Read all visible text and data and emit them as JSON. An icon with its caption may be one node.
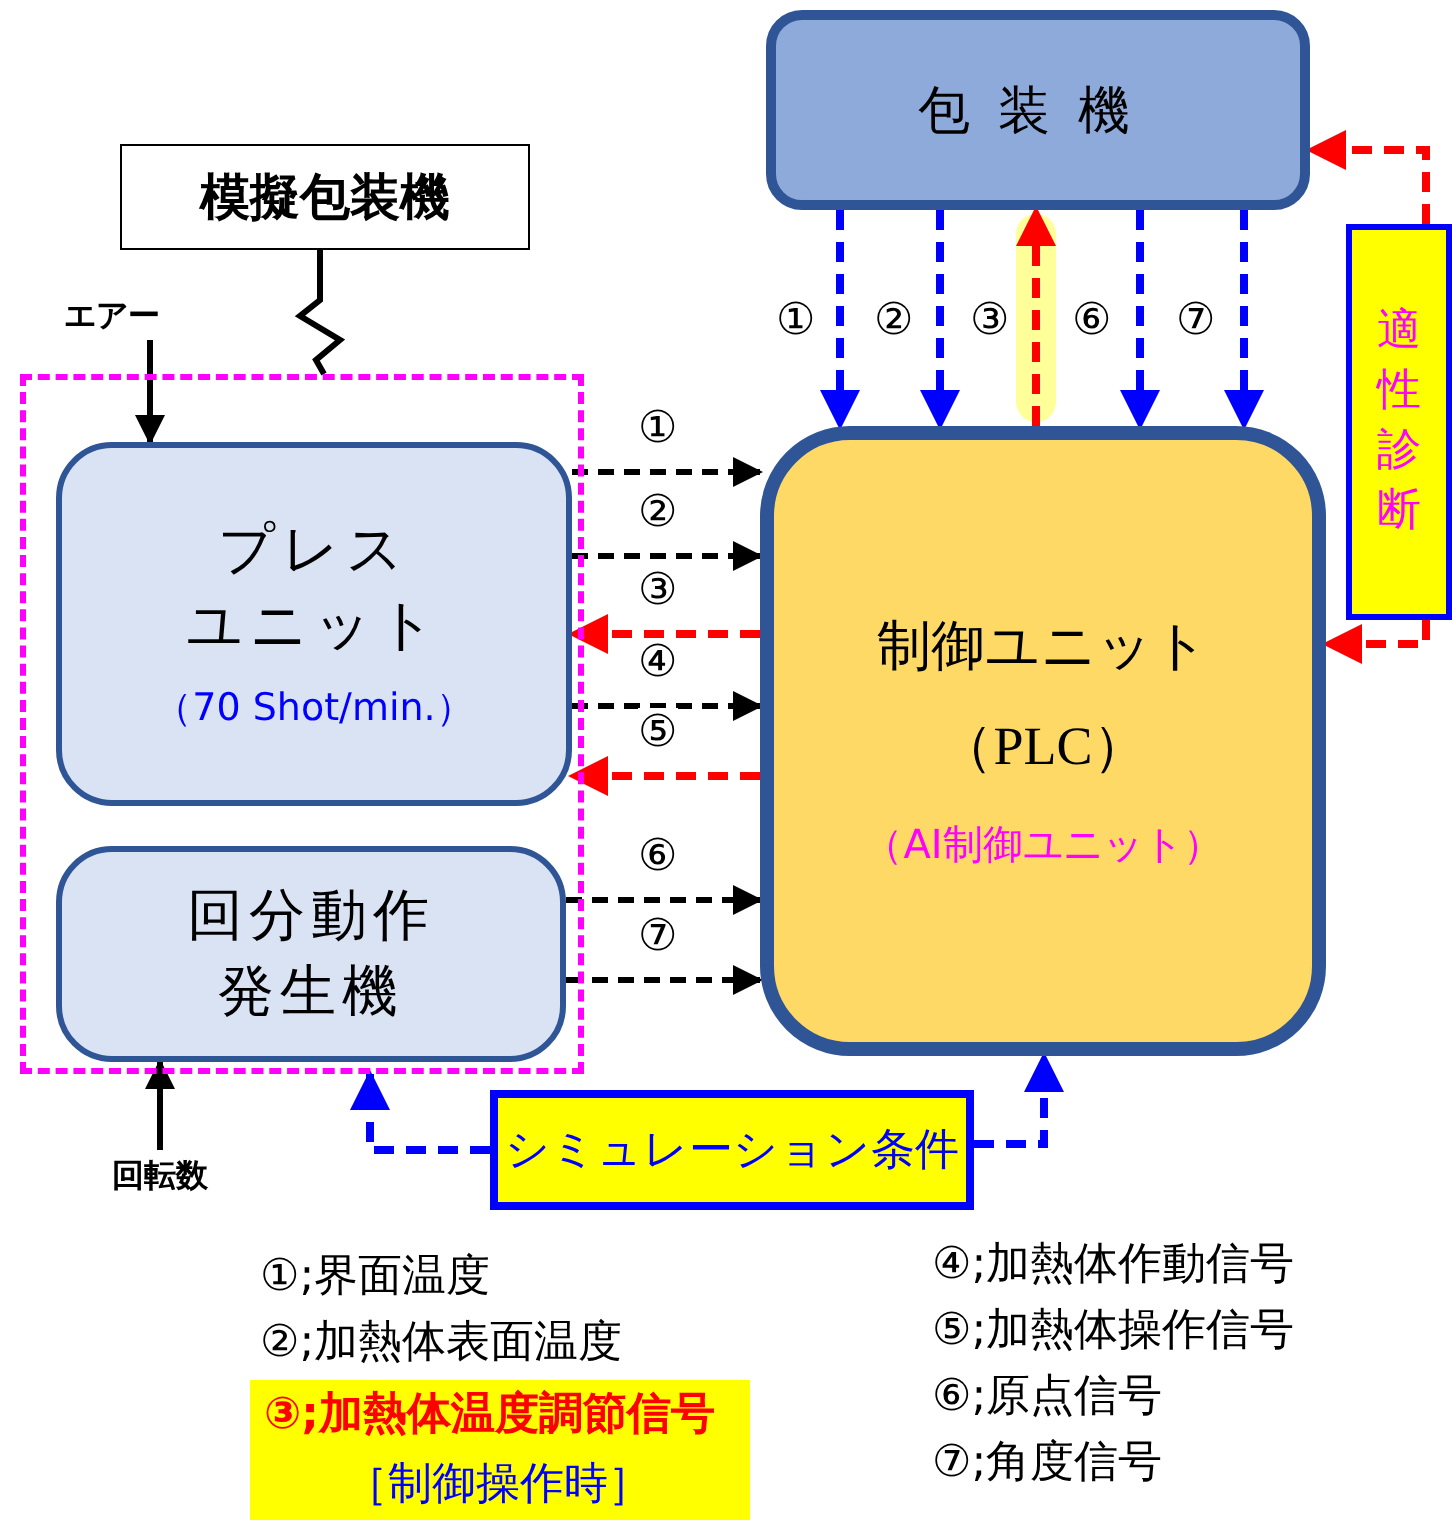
{
  "diagram": {
    "nodes": [
      {
        "text": [
          "包装機"
        ]
      },
      {
        "text": [
          "模擬包装機"
        ]
      },
      {
        "text": [],
        "shape": "box"
      },
      {
        "text": [
          "プレスユニット",
          "（70 Shot/min.）"
        ],
        "in": 2
      },
      {
        "text": [
          "回分動作発生機"
        ],
        "in": 2
      },
      {
        "text": [
          "制御ユニット",
          "（PLC）",
          "（AI制御ユニット）"
        ]
      },
      {
        "text": [
          "適性診断"
        ]
      },
      {
        "text": [
          "シミュレーション条件"
        ]
      },
      {
        "text": [
          "エアー"
        ]
      },
      {
        "text": [
          "回転数"
        ]
      }
    ],
    "edges": [
      {
        "from": 0,
        "to": 5,
        "arrow": "to",
        "label": "①",
        "style": "dashed",
        "color": "#0000ff"
      },
      {
        "from": 0,
        "to": 5,
        "arrow": "to",
        "label": "②",
        "style": "dashed",
        "color": "#0000ff"
      },
      {
        "from": 5,
        "to": 0,
        "arrow": "to",
        "label": "③",
        "style": "dashed",
        "color": "#ff0000"
      },
      {
        "from": 0,
        "to": 5,
        "arrow": "to",
        "label": "⑥",
        "style": "dashed",
        "color": "#0000ff"
      },
      {
        "from": 0,
        "to": 5,
        "arrow": "to",
        "label": "⑦",
        "style": "dashed",
        "color": "#0000ff"
      },
      {
        "from": 3,
        "to": 5,
        "arrow": "to",
        "label": "①",
        "style": "dashed"
      },
      {
        "from": 3,
        "to": 5,
        "arrow": "to",
        "label": "②",
        "style": "dashed"
      },
      {
        "from": 5,
        "to": 3,
        "arrow": "to",
        "label": "③",
        "style": "dashed",
        "color": "#ff0000"
      },
      {
        "from": 3,
        "to": 5,
        "arrow": "to",
        "label": "④",
        "style": "dashed"
      },
      {
        "from": 5,
        "to": 3,
        "arrow": "to",
        "label": "⑤",
        "style": "dashed",
        "color": "#ff0000"
      },
      {
        "from": 4,
        "to": 5,
        "arrow": "to",
        "label": "⑥",
        "style": "dashed"
      },
      {
        "from": 4,
        "to": 5,
        "arrow": "to",
        "label": "⑦",
        "style": "dashed"
      },
      {
        "from": 6,
        "to": 0,
        "arrow": "to",
        "style": "dashed",
        "color": "#ff0000"
      },
      {
        "from": 6,
        "to": 5,
        "arrow": "to",
        "style": "dashed",
        "color": "#ff0000"
      },
      {
        "from": 7,
        "to": 2,
        "arrow": "to",
        "style": "dashed",
        "color": "#0000ff"
      },
      {
        "from": 7,
        "to": 5,
        "arrow": "to",
        "style": "dashed",
        "color": "#0000ff"
      },
      {
        "from": 1,
        "to": 2,
        "arrow": "none"
      },
      {
        "from": 8,
        "to": 3,
        "arrow": "to"
      },
      {
        "from": 9,
        "to": 4,
        "arrow": "to"
      }
    ],
    "labels": [
      "①;界面温度",
      "②;加熱体表面温度",
      "③;加熱体温度調節信号",
      "［制御操作時］",
      "④;加熱体作動信号",
      "⑤;加熱体操作信号",
      "⑥;原点信号",
      "⑦;角度信号"
    ]
  }
}
